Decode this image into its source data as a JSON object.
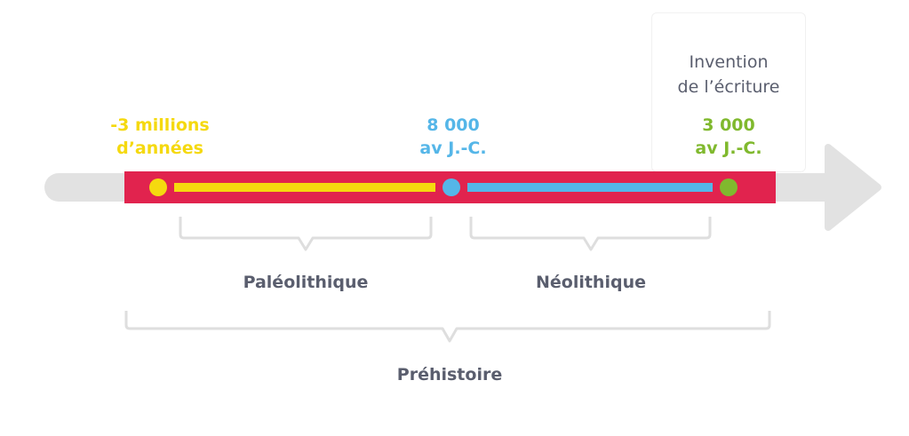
{
  "markers": [
    {
      "line1": "-3 millions",
      "line2": "d’années",
      "color": "#f5d90f"
    },
    {
      "line1": "8 000",
      "line2": "av J.-C.",
      "color": "#55b6e8"
    },
    {
      "line1": "3 000",
      "line2": "av J.-C.",
      "color": "#80b92e"
    }
  ],
  "invention": {
    "line1": "Invention",
    "line2": "de l’écriture"
  },
  "periods": {
    "paleolithique": "Paléolithique",
    "neolithique": "Néolithique",
    "prehistoire": "Préhistoire"
  },
  "colors": {
    "axis": "#e2e2e2",
    "band": "#e1234e",
    "bracket": "#dedede",
    "text": "#5a5e6e"
  }
}
